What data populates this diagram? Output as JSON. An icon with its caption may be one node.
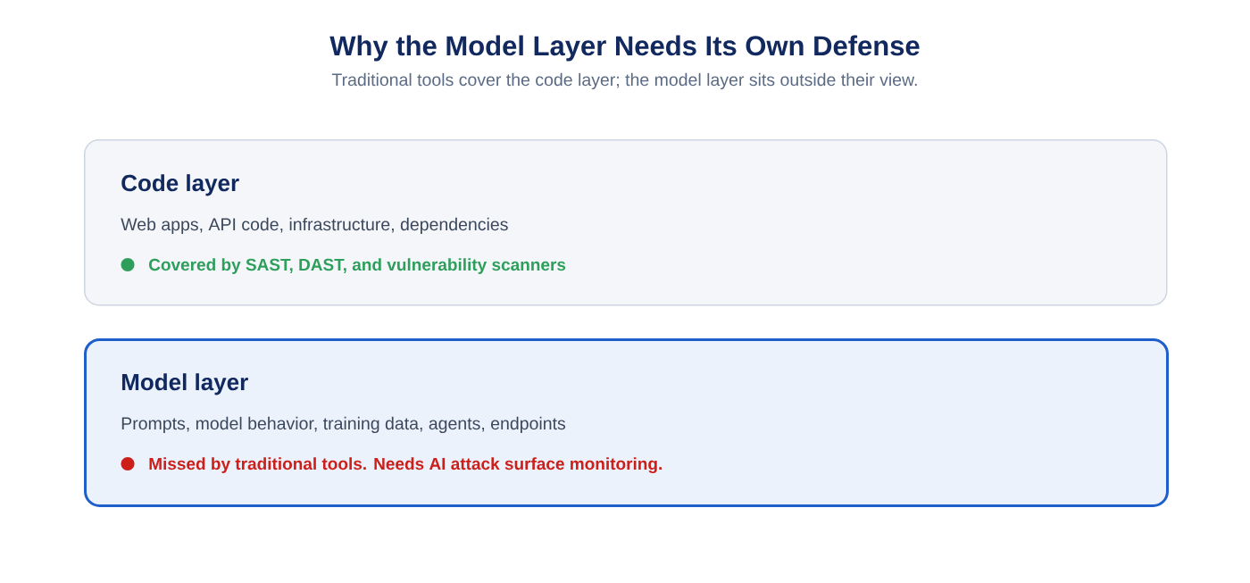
{
  "diagram": {
    "title": "Why the Model Layer Needs Its Own Defense",
    "caption": "Traditional tools cover the code layer; the model layer sits outside their view.",
    "nodes": [
      {
        "text": [
          "Code layer",
          "Web apps, API code, infrastructure, dependencies",
          "Covered by SAST, DAST, and vulnerability scanners"
        ]
      },
      {
        "text": [
          "Model layer",
          "Prompts, model behavior, training data, agents, endpoints",
          "Missed by traditional tools. Needs AI attack surface monitoring."
        ]
      }
    ]
  }
}
